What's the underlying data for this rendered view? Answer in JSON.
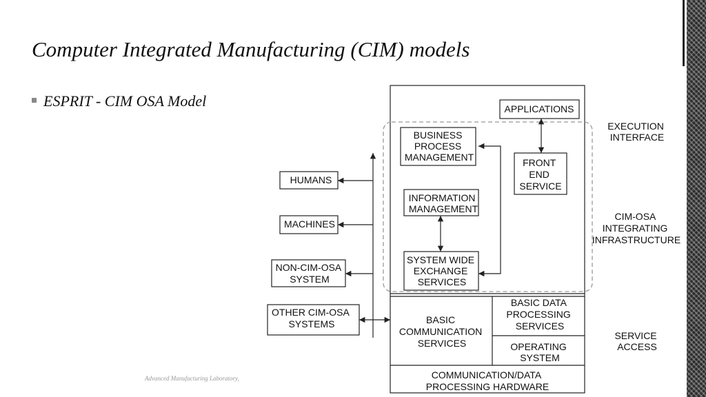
{
  "slide": {
    "title": "Computer Integrated Manufacturing (CIM) models",
    "bullet": "ESPRIT - CIM OSA Model",
    "footer": "Advanced Manufacturing Laboratory,"
  },
  "diagram": {
    "applications": [
      "APPLICATIONS"
    ],
    "business_process_management": [
      "BUSINESS",
      "PROCESS",
      "MANAGEMENT"
    ],
    "front_end_service": [
      "FRONT",
      "END",
      "SERVICE"
    ],
    "information_management": [
      "INFORMATION",
      "MANAGEMENT"
    ],
    "system_wide_exchange_services": [
      "SYSTEM WIDE",
      "EXCHANGE",
      "SERVICES"
    ],
    "humans": [
      "HUMANS"
    ],
    "machines": [
      "MACHINES"
    ],
    "non_cim_osa_system": [
      "NON-CIM-OSA",
      "SYSTEM"
    ],
    "other_cim_osa_systems": [
      "OTHER CIM-OSA",
      "SYSTEMS"
    ],
    "basic_communication_services": [
      "BASIC",
      "COMMUNICATION",
      "SERVICES"
    ],
    "basic_data_processing_services": [
      "BASIC DATA",
      "PROCESSING",
      "SERVICES"
    ],
    "operating_system": [
      "OPERATING",
      "SYSTEM"
    ],
    "communication_data_processing_hardware": [
      "COMMUNICATION/DATA",
      "PROCESSING HARDWARE"
    ],
    "execution_interface_label": [
      "EXECUTION",
      "INTERFACE"
    ],
    "integrating_infrastructure_label": [
      "CIM-OSA",
      "INTEGRATING",
      "INFRASTRUCTURE"
    ],
    "service_access_label": [
      "SERVICE",
      "ACCESS"
    ]
  }
}
